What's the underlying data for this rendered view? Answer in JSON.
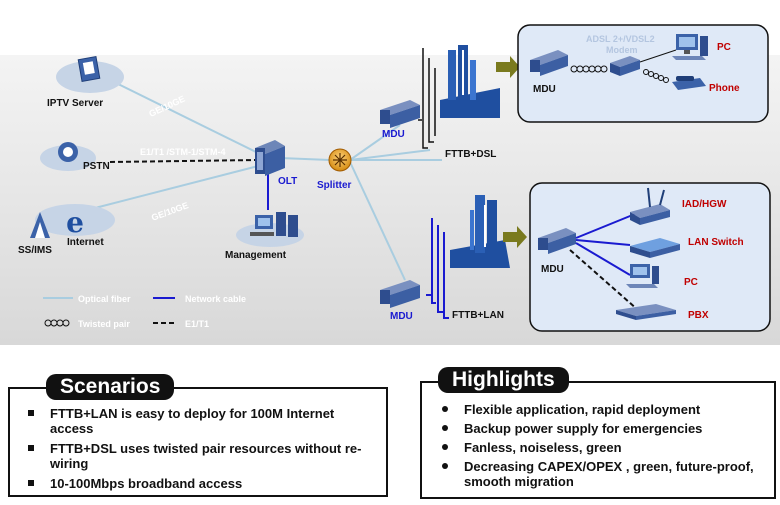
{
  "diagram": {
    "nodes": {
      "iptv": "IPTV Server",
      "pstn": "PSTN",
      "ssims": "SS/IMS",
      "internet": "Internet",
      "olt": "OLT",
      "management": "Management",
      "splitter": "Splitter",
      "mdu_top": "MDU",
      "mdu_bottom": "MDU",
      "mdu_box1": "MDU",
      "mdu_box2": "MDU",
      "modem": "ADSL 2+/VDSL2 Modem",
      "pc1": "PC",
      "phone": "Phone",
      "iad": "IAD/HGW",
      "lanswitch": "LAN Switch",
      "pc2": "PC",
      "pbx": "PBX",
      "fttb_dsl": "FTTB+DSL",
      "fttb_lan": "FTTB+LAN"
    },
    "links": {
      "ge1": "GE/10GE",
      "e1": "E1/T1 /STM-1/STM-4",
      "ge2": "GE/10GE"
    },
    "legend": {
      "fiber": "Optical fiber",
      "network": "Network cable",
      "twisted": "Twisted pair",
      "telephone": "E1/T1"
    },
    "colors": {
      "fiber": "#a9cde0",
      "accent_blue": "#1a1ad0",
      "red_label": "#c00000",
      "arrow": "#7a7a1e"
    }
  },
  "scenarios": {
    "title": "Scenarios",
    "items": [
      "FTTB+LAN is easy to deploy for 100M Internet access",
      "FTTB+DSL uses twisted pair resources without re-wiring",
      "10-100Mbps broadband access"
    ]
  },
  "highlights": {
    "title": "Highlights",
    "items": [
      "Flexible application, rapid deployment",
      "Backup power supply for emergencies",
      "Fanless, noiseless, green",
      "Decreasing CAPEX/OPEX , green, future-proof, smooth migration"
    ]
  }
}
